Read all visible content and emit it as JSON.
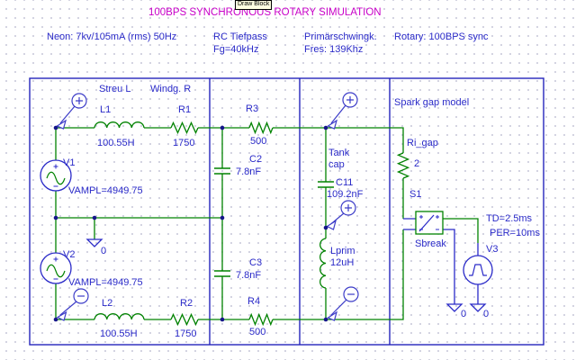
{
  "tooltip": "Draw Block",
  "title": "100BPS SYNCHRONOUS ROTARY SIMULATION",
  "notes": {
    "neon": "Neon: 7kv/105mA (rms) 50Hz",
    "rc_line1": "RC Tiefpass",
    "rc_line2": "Fg=40kHz",
    "prim_line1": "Primärschwingk.",
    "prim_line2": "Fres: 139Khz",
    "rotary": "Rotary: 100BPS sync",
    "streu": "Streu L",
    "windg": "Windg. R",
    "spark": "Spark gap model",
    "tank_line1": "Tank",
    "tank_line2": "cap"
  },
  "components": {
    "v1": {
      "ref": "V1",
      "value": "VAMPL=4949.75"
    },
    "v2": {
      "ref": "V2",
      "value": "VAMPL=4949.75"
    },
    "v3": {
      "ref": "V3",
      "td": "TD=2.5ms",
      "per": "PER=10ms"
    },
    "l1": {
      "ref": "L1",
      "value": "100.55H"
    },
    "l2": {
      "ref": "L2",
      "value": "100.55H"
    },
    "lprim": {
      "ref": "Lprim",
      "value": "12uH"
    },
    "r1": {
      "ref": "R1",
      "value": "1750"
    },
    "r2": {
      "ref": "R2",
      "value": "1750"
    },
    "r3": {
      "ref": "R3",
      "value": "500"
    },
    "r4": {
      "ref": "R4",
      "value": "500"
    },
    "ri_gap": {
      "ref": "Ri_gap",
      "value": "2"
    },
    "c2": {
      "ref": "C2",
      "value": "7.8nF"
    },
    "c3": {
      "ref": "C3",
      "value": "7.8nF"
    },
    "c11": {
      "ref": "C11",
      "value": "109.2nF"
    },
    "s1": {
      "ref": "S1",
      "model": "Sbreak"
    }
  },
  "grounds": {
    "g1": "0",
    "g2": "0",
    "g3": "0"
  },
  "colors": {
    "wire": "#008200",
    "symbol": "#2a2ac8",
    "label": "#2a2ac8",
    "border": "#2424bb",
    "probe": "#3c3cc8",
    "junction": "#15158a",
    "title": "#c800c8",
    "tooltip_bg": "#ffffe1"
  }
}
